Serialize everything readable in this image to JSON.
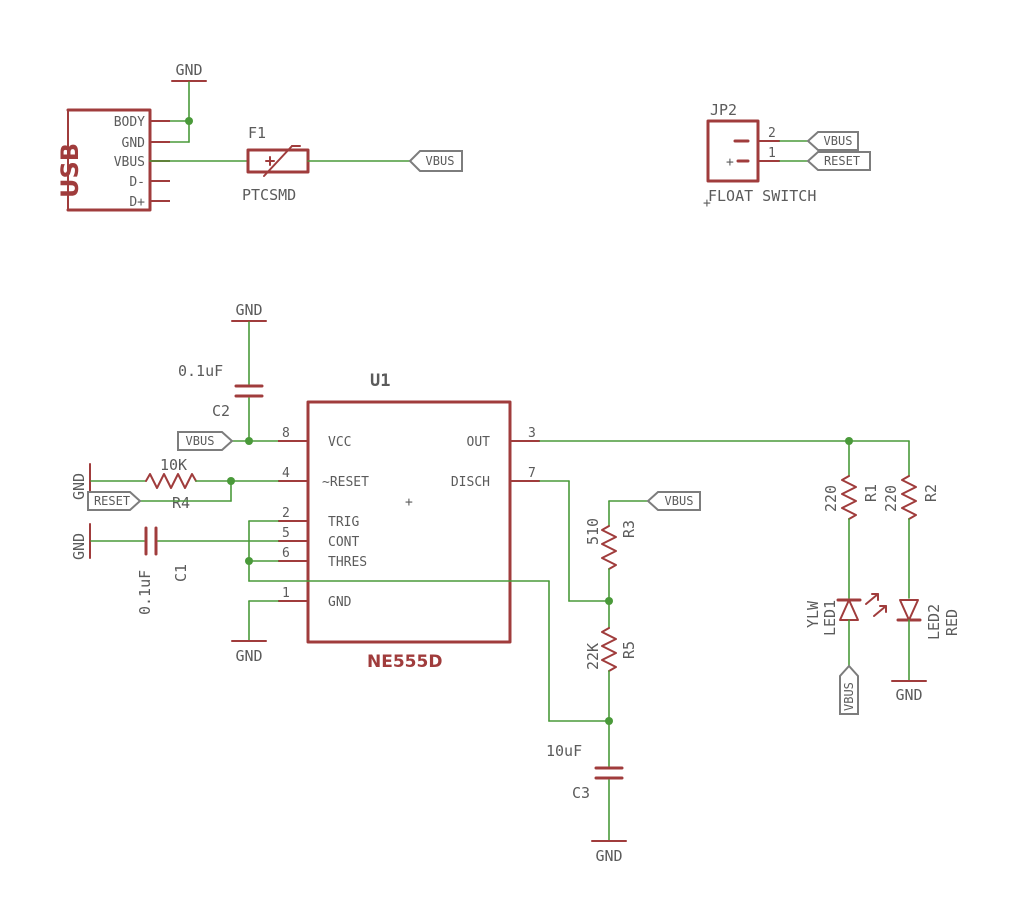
{
  "usb": {
    "name": "USB",
    "pins": [
      "BODY",
      "GND",
      "VBUS",
      "D-",
      "D+"
    ]
  },
  "fuse": {
    "ref": "F1",
    "value": "PTCSMD"
  },
  "jumper": {
    "ref": "JP2",
    "value": "FLOAT SWITCH",
    "pin_numbers": [
      "2",
      "1"
    ],
    "plus_mark": "+"
  },
  "chip": {
    "ref": "U1",
    "value": "NE555D",
    "pins_left": [
      {
        "num": "8",
        "name": "VCC"
      },
      {
        "num": "4",
        "name": "~RESET"
      },
      {
        "num": "2",
        "name": "TRIG"
      },
      {
        "num": "5",
        "name": "CONT"
      },
      {
        "num": "6",
        "name": "THRES"
      },
      {
        "num": "1",
        "name": "GND"
      }
    ],
    "pins_right": [
      {
        "num": "3",
        "name": "OUT"
      },
      {
        "num": "7",
        "name": "DISCH"
      }
    ]
  },
  "c1": {
    "ref": "C1",
    "value": "0.1uF"
  },
  "c2": {
    "ref": "C2",
    "value": "0.1uF"
  },
  "c3": {
    "ref": "C3",
    "value": "10uF"
  },
  "r1": {
    "ref": "R1",
    "value": "220"
  },
  "r2": {
    "ref": "R2",
    "value": "220"
  },
  "r3": {
    "ref": "R3",
    "value": "510"
  },
  "r4": {
    "ref": "R4",
    "value": "10K"
  },
  "r5": {
    "ref": "R5",
    "value": "22K"
  },
  "led1": {
    "ref": "LED1",
    "value": "YLW"
  },
  "led2": {
    "ref": "LED2",
    "value": "RED"
  },
  "ground_label": "GND",
  "net_flags": {
    "vbus": "VBUS",
    "reset": "RESET"
  },
  "colors": {
    "wire": "#4a9a3a",
    "part": "#a03c3c",
    "text": "#5b5b5b",
    "flag": "#7d7d7d"
  }
}
